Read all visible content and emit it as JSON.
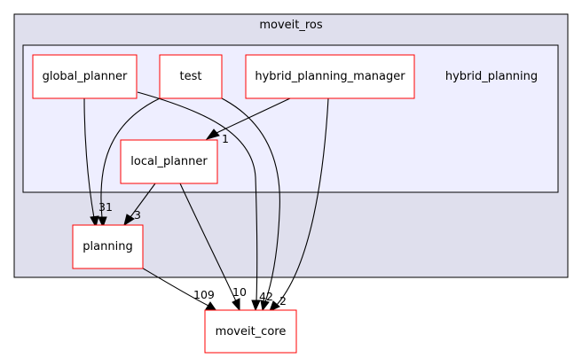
{
  "diagram": {
    "outer_cluster": {
      "label": "moveit_ros",
      "fill": "#dfdfed",
      "stroke": "#000000"
    },
    "inner_cluster": {
      "label": "hybrid_planning",
      "fill": "#eeeeff",
      "stroke": "#000000"
    },
    "nodes": {
      "global_planner": "global_planner",
      "test": "test",
      "hybrid_planning_manager": "hybrid_planning_manager",
      "local_planner": "local_planner",
      "planning": "planning",
      "moveit_core": "moveit_core"
    },
    "edge_labels": {
      "hpm_to_local": "1",
      "local_to_planning": "3",
      "global_test_to_planning": "31",
      "planning_to_core": "109",
      "local_to_core": "10",
      "global_test_to_core": "42",
      "hpm_to_core": "2"
    },
    "colors": {
      "node_border": "#ff0000",
      "edge": "#000000"
    }
  }
}
